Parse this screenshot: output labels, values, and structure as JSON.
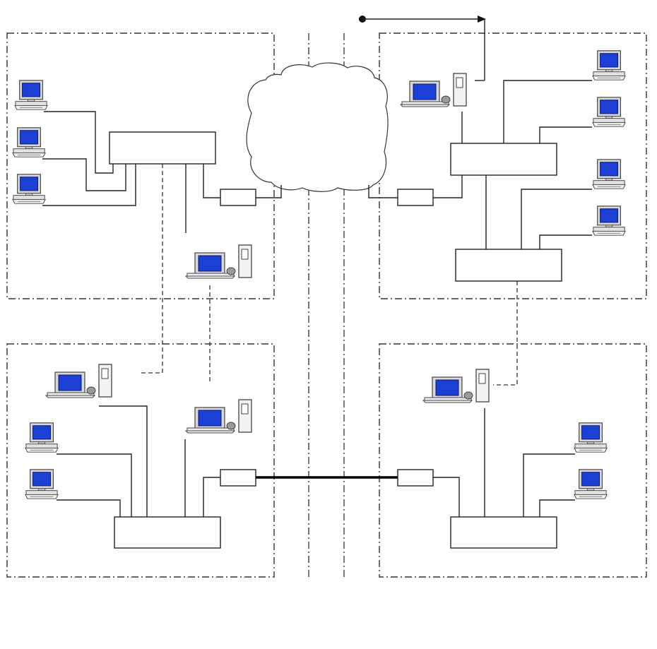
{
  "diagram": {
    "type": "network-topology",
    "zones": [
      "zone-top-left",
      "zone-top-right",
      "zone-bottom-left",
      "zone-bottom-right"
    ],
    "icons": {
      "terminal": "desktop-terminal-icon",
      "workstation": "workstation-tower-icon",
      "device": "network-device-box",
      "modem": "modem-box",
      "cloud": "wan-cloud"
    },
    "colors": {
      "screen": "#1c3fd6",
      "monitor": "#d8d8d8",
      "line": "#222222",
      "background": "#ffffff"
    }
  }
}
